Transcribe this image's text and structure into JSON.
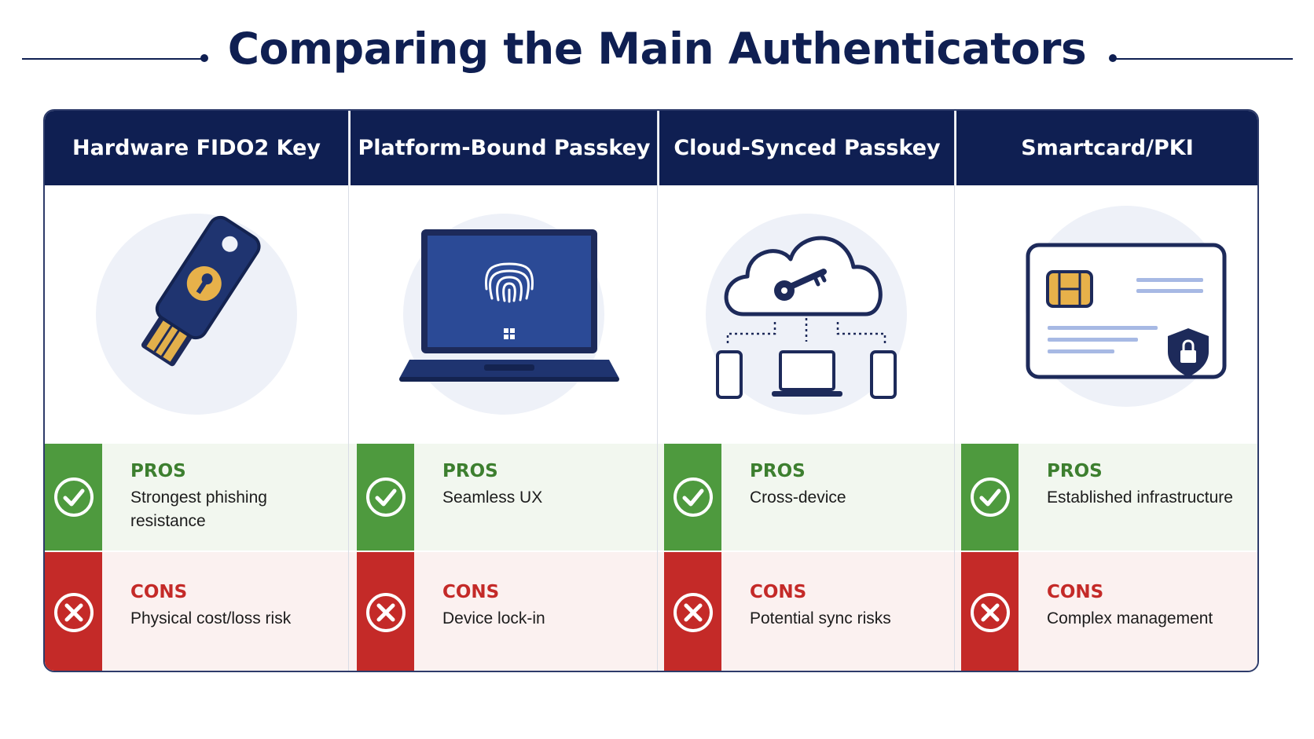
{
  "title": "Comparing the Main Authenticators",
  "colors": {
    "navy": "#0f1f52",
    "pros_green": "#4e9a3e",
    "cons_red": "#c42a28",
    "pros_bg": "#f2f7ef",
    "cons_bg": "#fbf1f0",
    "gold": "#e7b14a"
  },
  "columns": [
    {
      "header": "Hardware FIDO2 Key",
      "icon": "usb-security-key-icon",
      "pros_label": "PROS",
      "pros_text": "Strongest phishing resistance",
      "cons_label": "CONS",
      "cons_text": "Physical cost/loss risk"
    },
    {
      "header": "Platform-Bound Passkey",
      "icon": "laptop-fingerprint-icon",
      "pros_label": "PROS",
      "pros_text": "Seamless UX",
      "cons_label": "CONS",
      "cons_text": "Device lock-in"
    },
    {
      "header": "Cloud-Synced Passkey",
      "icon": "cloud-key-sync-icon",
      "pros_label": "PROS",
      "pros_text": "Cross-device",
      "cons_label": "CONS",
      "cons_text": "Potential sync risks"
    },
    {
      "header": "Smartcard/PKI",
      "icon": "smartcard-chip-icon",
      "pros_label": "PROS",
      "pros_text": "Established infrastructure",
      "cons_label": "CONS",
      "cons_text": "Complex management"
    }
  ]
}
